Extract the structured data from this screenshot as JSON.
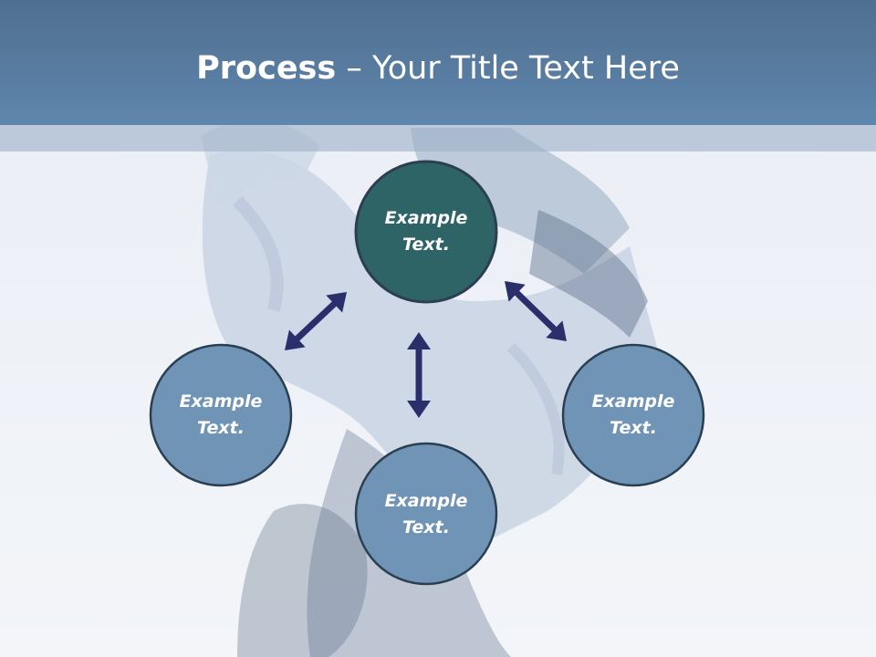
{
  "title": {
    "bold_part": "Process",
    "separator": " – ",
    "rest": "Your Title Text Here"
  },
  "colors": {
    "title_bar": "#5a7fa5",
    "center_node_fill": "#2e6466",
    "outer_node_fill": "#6f94b6",
    "node_outline": "#2b3f52",
    "arrow": "#2a2f6b",
    "text": "#ffffff"
  },
  "nodes": [
    {
      "id": "top",
      "line1": "Example",
      "line2": "Text."
    },
    {
      "id": "left",
      "line1": "Example",
      "line2": "Text."
    },
    {
      "id": "bottom",
      "line1": "Example",
      "line2": "Text."
    },
    {
      "id": "right",
      "line1": "Example",
      "line2": "Text."
    }
  ],
  "connectors": [
    {
      "from": "top",
      "to": "left",
      "kind": "double-arrow"
    },
    {
      "from": "top",
      "to": "bottom",
      "kind": "double-arrow"
    },
    {
      "from": "top",
      "to": "right",
      "kind": "double-arrow"
    }
  ]
}
